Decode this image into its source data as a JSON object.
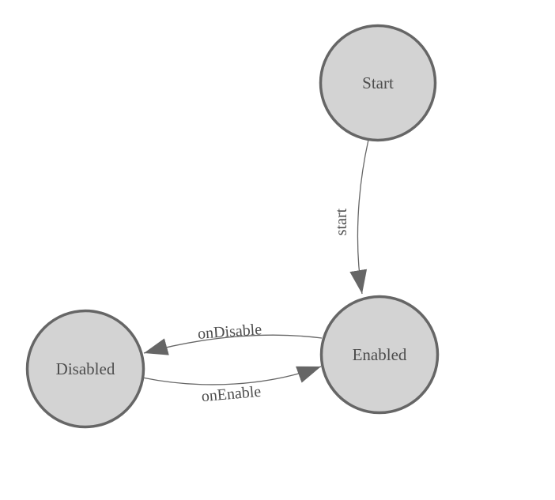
{
  "diagram": {
    "states": [
      {
        "id": "start",
        "label": "Start"
      },
      {
        "id": "enabled",
        "label": "Enabled"
      },
      {
        "id": "disabled",
        "label": "Disabled"
      }
    ],
    "transitions": [
      {
        "from": "Start",
        "to": "Enabled",
        "label": "start"
      },
      {
        "from": "Enabled",
        "to": "Disabled",
        "label": "onDisable"
      },
      {
        "from": "Disabled",
        "to": "Enabled",
        "label": "onEnable"
      }
    ],
    "colors": {
      "state_fill": "#d3d3d3",
      "state_stroke": "#666666",
      "edge_stroke": "#666666",
      "label_text": "#4d4d4d",
      "background": "#ffffff"
    }
  }
}
